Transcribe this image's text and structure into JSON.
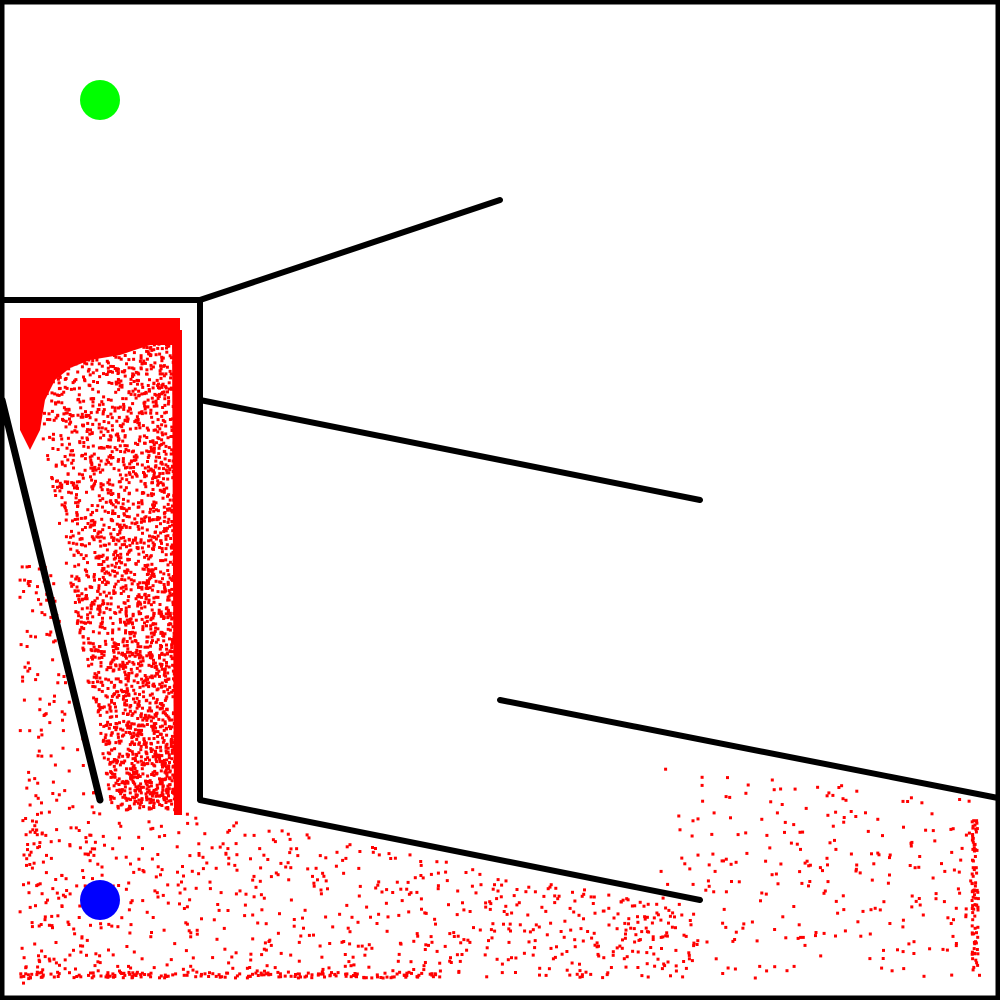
{
  "maze": {
    "colors": {
      "background": "#ffffff",
      "wall": "#000000",
      "explored_samples": "#ff0000",
      "start_marker": "#0000ff",
      "goal_marker": "#00ff00"
    },
    "markers": {
      "start": {
        "name": "start-marker",
        "shape": "circle"
      },
      "goal": {
        "name": "goal-marker",
        "shape": "circle"
      }
    },
    "sample_cloud": {
      "name": "explored-sample-points",
      "shape": "small-dot"
    }
  }
}
